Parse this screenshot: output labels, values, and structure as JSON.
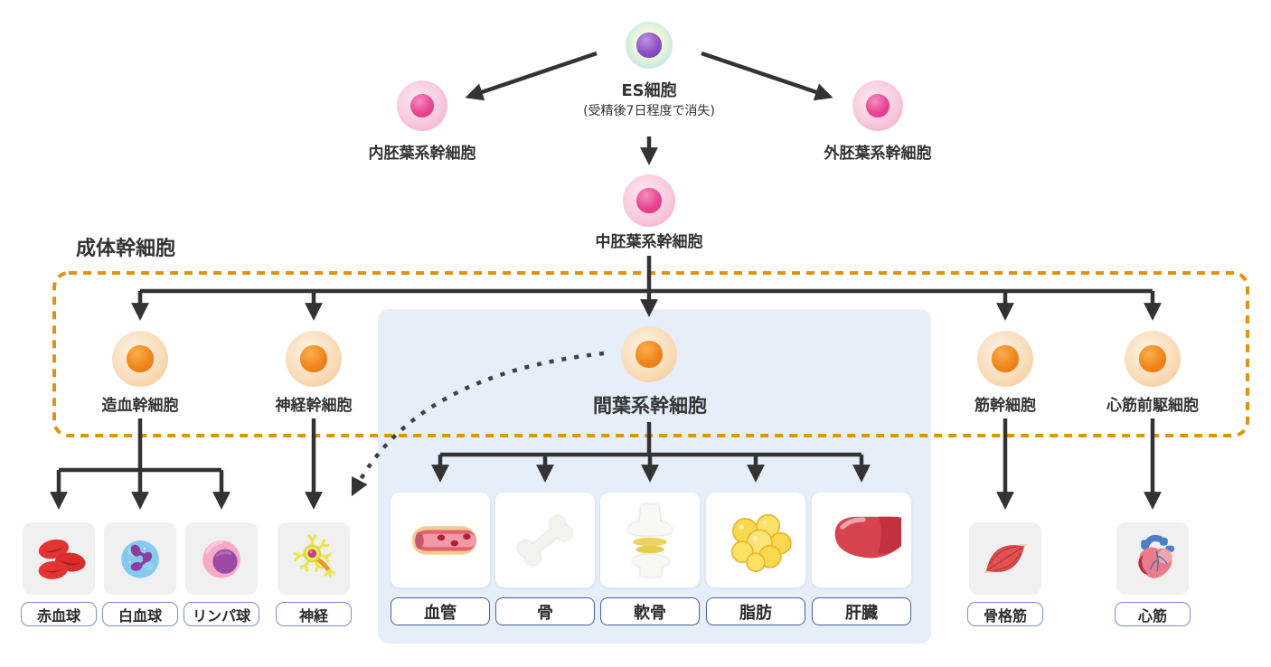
{
  "top": {
    "es_cell": {
      "label": "ES細胞",
      "note": "(受精後7日程度で消失)"
    },
    "endoderm_label": "内胚葉系幹細胞",
    "ectoderm_label": "外胚葉系幹細胞",
    "mesoderm_label": "中胚葉系幹細胞"
  },
  "adult": {
    "heading": "成体幹細胞",
    "cells": [
      {
        "label": "造血幹細胞"
      },
      {
        "label": "神経幹細胞"
      },
      {
        "label": "間葉系幹細胞"
      },
      {
        "label": "筋幹細胞"
      },
      {
        "label": "心筋前駆細胞"
      }
    ]
  },
  "products": [
    {
      "label": "赤血球",
      "icon": "red-blood-cells-icon"
    },
    {
      "label": "白血球",
      "icon": "white-blood-cell-icon"
    },
    {
      "label": "リンパ球",
      "icon": "lymphocyte-icon"
    },
    {
      "label": "神経",
      "icon": "neuron-icon"
    },
    {
      "label": "血管",
      "icon": "blood-vessel-icon"
    },
    {
      "label": "骨",
      "icon": "bone-icon"
    },
    {
      "label": "軟骨",
      "icon": "cartilage-icon"
    },
    {
      "label": "脂肪",
      "icon": "fat-icon"
    },
    {
      "label": "肝臓",
      "icon": "liver-icon"
    },
    {
      "label": "骨格筋",
      "icon": "skeletal-muscle-icon"
    },
    {
      "label": "心筋",
      "icon": "cardiac-muscle-icon"
    }
  ],
  "colors": {
    "background": "#FFFFFF",
    "adult_box_border": "#E0930F",
    "mesenchymal_panel": "#E6EEFA",
    "arrow": "#333333",
    "dotted_arrow": "#39424E",
    "text": "#333333",
    "pill_border_outer": "#7B8EC9",
    "pill_border_inner": "#4C5F97"
  }
}
